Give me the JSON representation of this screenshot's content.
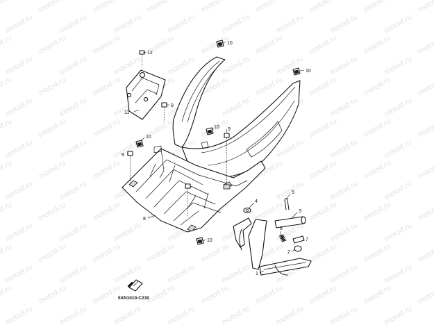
{
  "watermark": {
    "text": "motod.ru"
  },
  "callouts": [
    {
      "id": "c12",
      "label": "12"
    },
    {
      "id": "c11",
      "label": "11"
    },
    {
      "id": "c9a",
      "label": "9"
    },
    {
      "id": "c10a",
      "label": "10"
    },
    {
      "id": "c10b",
      "label": "10"
    },
    {
      "id": "c10c",
      "label": "10"
    },
    {
      "id": "c10d",
      "label": "10"
    },
    {
      "id": "c9b",
      "label": "9"
    },
    {
      "id": "c10e",
      "label": "10"
    },
    {
      "id": "c9c",
      "label": "9"
    },
    {
      "id": "c8",
      "label": "8"
    },
    {
      "id": "c10f",
      "label": "10"
    },
    {
      "id": "c5",
      "label": "5"
    },
    {
      "id": "c4",
      "label": "4"
    },
    {
      "id": "c3",
      "label": "3"
    },
    {
      "id": "c6",
      "label": "6"
    },
    {
      "id": "c7",
      "label": "7"
    },
    {
      "id": "c2",
      "label": "2"
    },
    {
      "id": "c1",
      "label": "1"
    }
  ],
  "figure_code": "5XN1010-C230",
  "icon": "page-reference-icon"
}
